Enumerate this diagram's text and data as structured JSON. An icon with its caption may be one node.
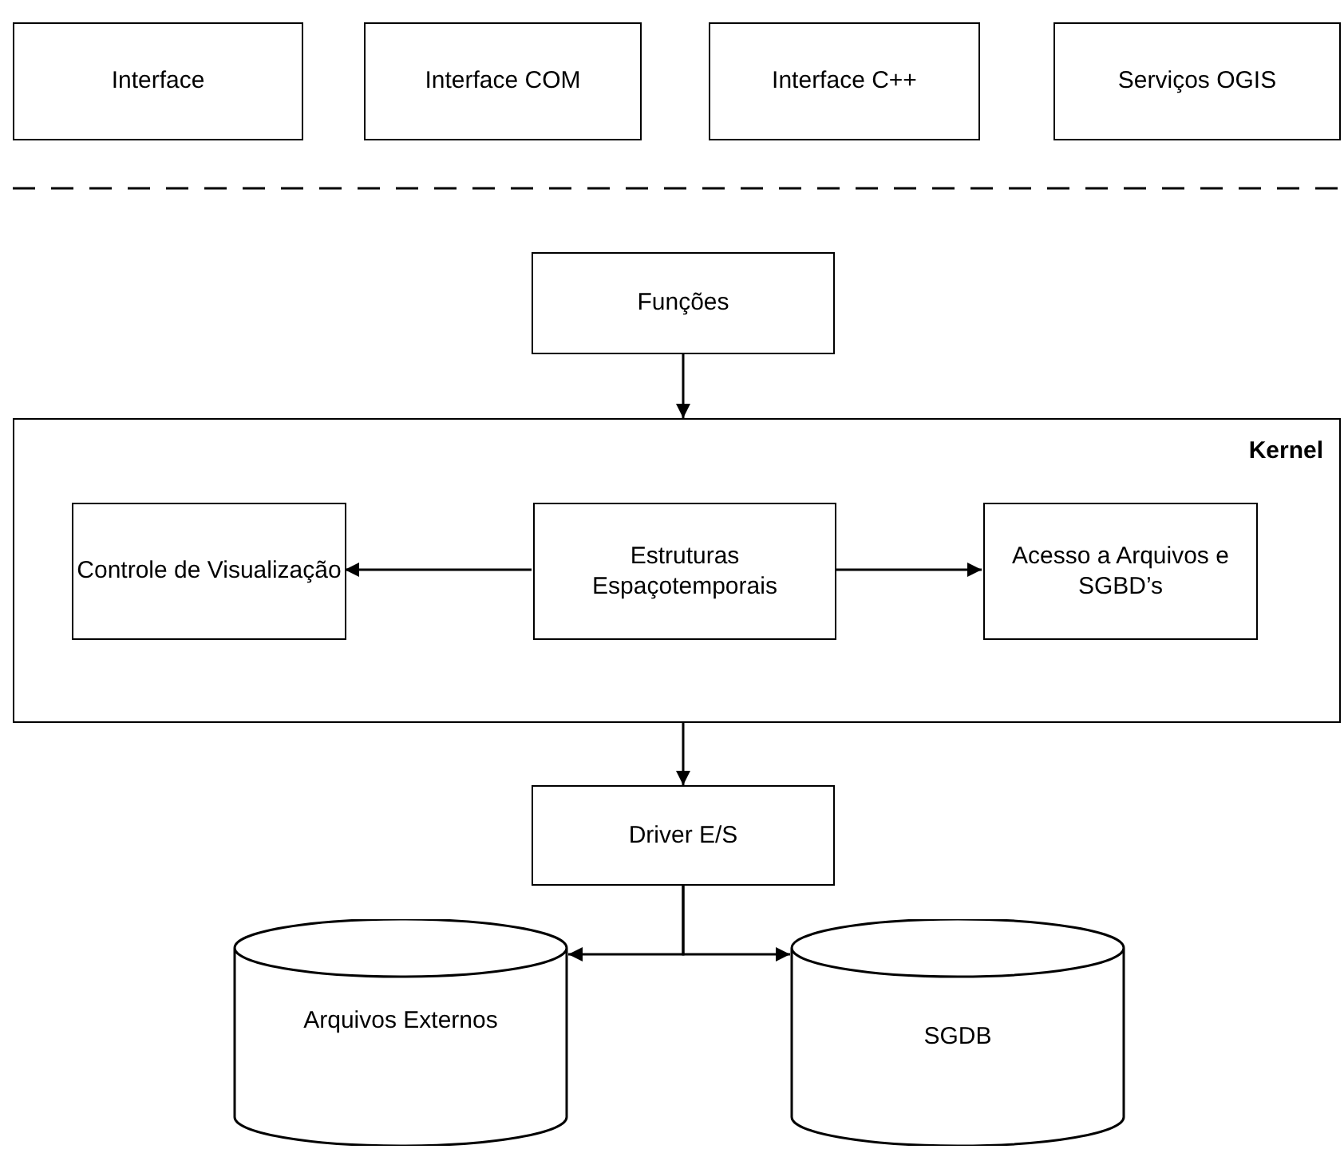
{
  "diagram": {
    "nodes": [
      {
        "text": [
          "Interface"
        ]
      },
      {
        "text": [
          "Interface COM"
        ]
      },
      {
        "text": [
          "Interface C++"
        ]
      },
      {
        "text": [
          "Serviços OGIS"
        ]
      },
      {
        "text": [
          "Funções"
        ]
      },
      {
        "text": [
          "Kernel"
        ]
      },
      {
        "text": [
          "Controle de Visualização"
        ],
        "in": 5
      },
      {
        "text": [
          "Estruturas Espaçotemporais"
        ],
        "in": 5
      },
      {
        "text": [
          "Acesso a Arquivos e SGBD’s"
        ],
        "in": 5
      },
      {
        "text": [
          "Driver E/S"
        ]
      },
      {
        "text": [
          "Arquivos Externos"
        ]
      },
      {
        "text": [
          "SGDB"
        ]
      }
    ],
    "edges": [
      {
        "from": 4,
        "to": 5,
        "arrow": "to"
      },
      {
        "from": 7,
        "to": 6,
        "arrow": "to"
      },
      {
        "from": 7,
        "to": 8,
        "arrow": "to"
      },
      {
        "from": 5,
        "to": 9,
        "arrow": "to"
      },
      {
        "from": 9,
        "to": 10,
        "arrow": "to"
      },
      {
        "from": 9,
        "to": 11,
        "arrow": "to"
      }
    ]
  }
}
